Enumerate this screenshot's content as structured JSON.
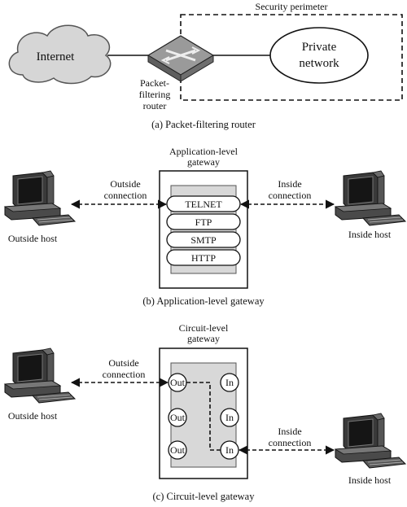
{
  "panel_a": {
    "security_perimeter": "Security perimeter",
    "internet": "Internet",
    "private_network_line1": "Private",
    "private_network_line2": "network",
    "router_line1": "Packet-",
    "router_line2": "filtering",
    "router_line3": "router",
    "caption": "(a) Packet-filtering router"
  },
  "panel_b": {
    "gateway_line1": "Application-level",
    "gateway_line2": "gateway",
    "outside_conn_line1": "Outside",
    "outside_conn_line2": "connection",
    "inside_conn_line1": "Inside",
    "inside_conn_line2": "connection",
    "outside_host": "Outside host",
    "inside_host": "Inside host",
    "protocols": [
      "TELNET",
      "FTP",
      "SMTP",
      "HTTP"
    ],
    "caption": "(b) Application-level gateway"
  },
  "panel_c": {
    "gateway_line1": "Circuit-level",
    "gateway_line2": "gateway",
    "outside_conn_line1": "Outside",
    "outside_conn_line2": "connection",
    "inside_conn_line1": "Inside",
    "inside_conn_line2": "connection",
    "outside_host": "Outside host",
    "inside_host": "Inside host",
    "out_ports": [
      "Out",
      "Out",
      "Out"
    ],
    "in_ports": [
      "In",
      "In",
      "In"
    ],
    "caption": "(c) Circuit-level gateway"
  }
}
